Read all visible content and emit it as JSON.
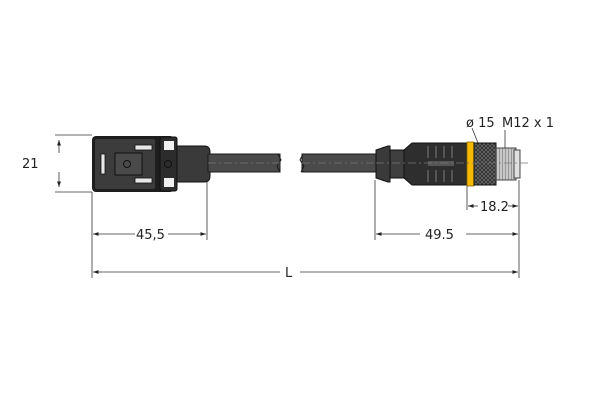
{
  "drawing": {
    "dimensions": {
      "height_left": "21",
      "length_left_connector": "45,5",
      "length_right_connector": "49.5",
      "thread_length": "18.2",
      "total_length": "L",
      "diameter": "ø 15",
      "thread": "M12 x 1"
    },
    "colors": {
      "body": "#3a3a3a",
      "body_dark": "#1e1e1e",
      "cable": "#4a4a4a",
      "ring": "#f5b800",
      "thread": "#bdbdbd",
      "dimension_line": "#333333"
    },
    "parts": {
      "left_connector": "valve-connector-form-a",
      "cable": "cable",
      "right_connector": "m12-male-connector"
    }
  }
}
